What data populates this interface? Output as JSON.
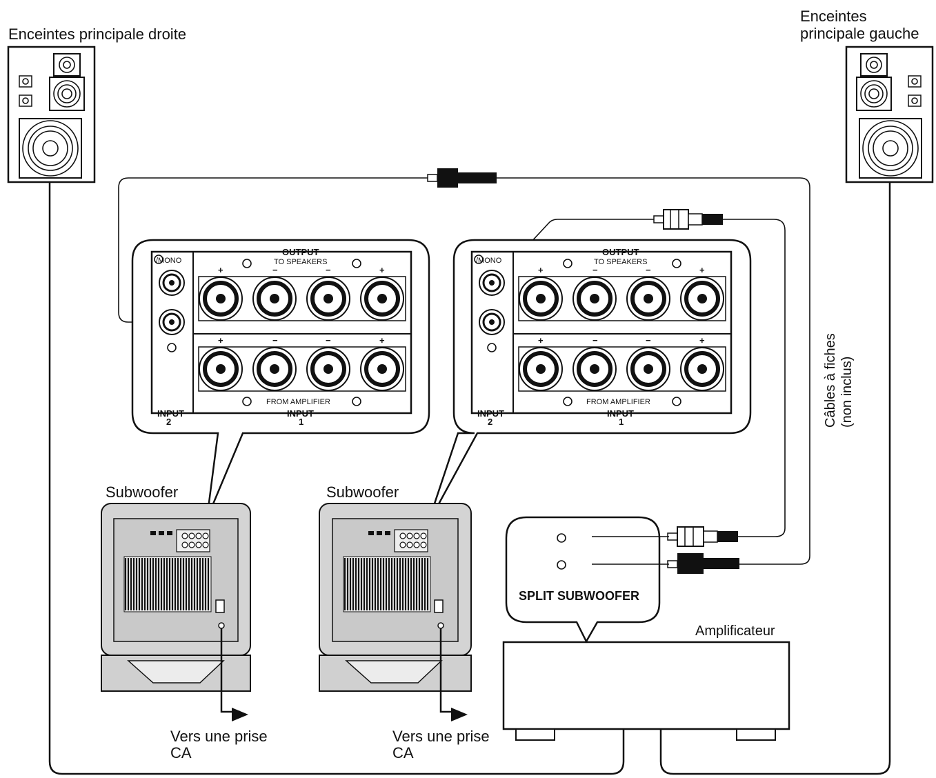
{
  "speakers": {
    "right_label": "Enceintes principale droite",
    "left_label_line1": "Enceintes",
    "left_label_line2": "principale gauche"
  },
  "panel": {
    "mono": "/MONO",
    "output": "OUTPUT",
    "to_speakers": "TO SPEAKERS",
    "from_amplifier": "FROM AMPLIFIER",
    "input": "INPUT",
    "input_1": "1",
    "input_2": "2",
    "plus": "+",
    "minus": "−"
  },
  "subwoofer": {
    "label": "Subwoofer",
    "power_line1": "Vers une prise",
    "power_line2": "CA"
  },
  "cables": {
    "line1": "Câbles à fiches",
    "line2": "(non inclus)"
  },
  "amplifier": {
    "label": "Amplificateur",
    "split_label": "SPLIT SUBWOOFER"
  },
  "colors": {
    "subwoofer_body": "#d4d4d4",
    "line": "#111111"
  }
}
